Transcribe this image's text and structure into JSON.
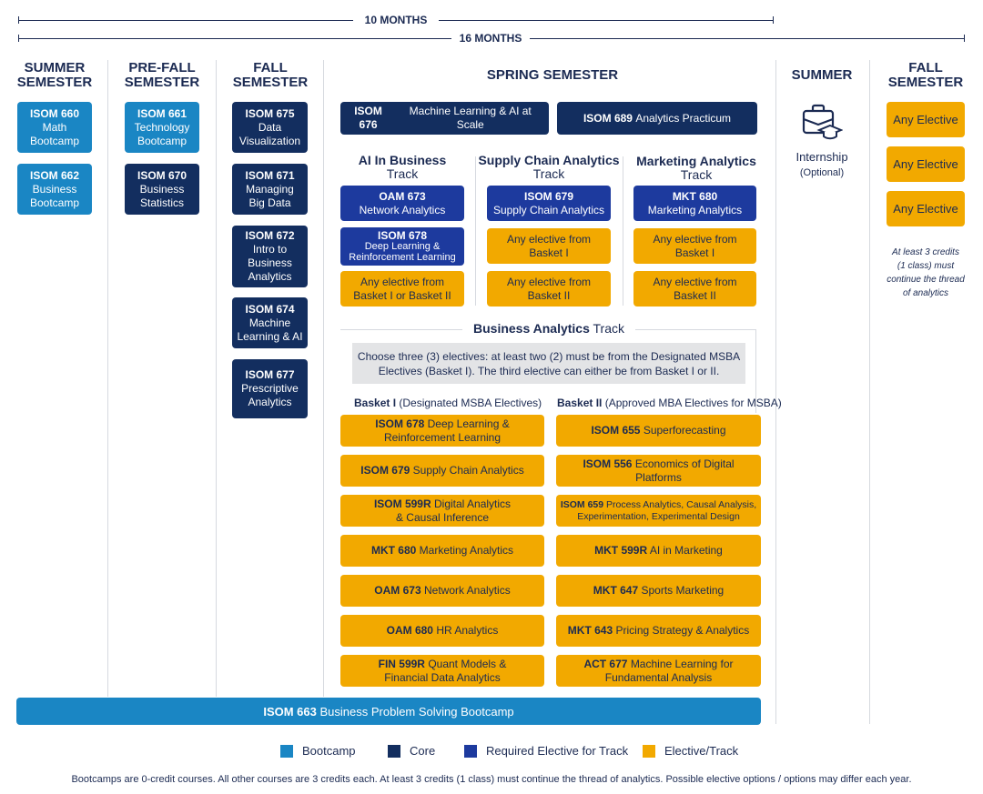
{
  "durations": {
    "short": "10 MONTHS",
    "long": "16 MONTHS"
  },
  "columns": {
    "summer1": [
      "SUMMER",
      "SEMESTER"
    ],
    "prefall": [
      "PRE-FALL",
      "SEMESTER"
    ],
    "fall1": [
      "FALL",
      "SEMESTER"
    ],
    "spring": [
      "SPRING SEMESTER"
    ],
    "summer2": [
      "SUMMER"
    ],
    "fall2": [
      "FALL",
      "SEMESTER"
    ]
  },
  "summer1_courses": [
    {
      "code": "ISOM 660",
      "name": [
        "Math",
        "Bootcamp"
      ]
    },
    {
      "code": "ISOM 662",
      "name": [
        "Business",
        "Bootcamp"
      ]
    }
  ],
  "prefall_courses": [
    {
      "code": "ISOM 661",
      "name": [
        "Technology",
        "Bootcamp"
      ]
    },
    {
      "code": "ISOM 670",
      "name": [
        "Business",
        "Statistics"
      ]
    }
  ],
  "fall1_courses": [
    {
      "code": "ISOM 675",
      "name": [
        "Data",
        "Visualization"
      ]
    },
    {
      "code": "ISOM 671",
      "name": [
        "Managing",
        "Big Data"
      ]
    },
    {
      "code": "ISOM 672",
      "name": [
        "Intro to",
        "Business",
        "Analytics"
      ]
    },
    {
      "code": "ISOM 674",
      "name": [
        "Machine",
        "Learning & AI"
      ]
    },
    {
      "code": "ISOM 677",
      "name": [
        "Prescriptive",
        "Analytics"
      ]
    }
  ],
  "spring_core": [
    {
      "code": "ISOM 676",
      "name": "Machine Learning & AI at Scale"
    },
    {
      "code": "ISOM 689",
      "name": "Analytics Practicum"
    }
  ],
  "tracks": [
    {
      "title": "AI In Business",
      "subtitle": "Track",
      "items": [
        {
          "kind": "req",
          "code": "OAM 673",
          "name": [
            "Network Analytics"
          ]
        },
        {
          "kind": "req",
          "code": "ISOM 678",
          "name": [
            "Deep Learning &",
            "Reinforcement Learning"
          ]
        },
        {
          "kind": "elec",
          "code": "",
          "name": [
            "Any elective from",
            "Basket I or Basket II"
          ]
        }
      ]
    },
    {
      "title": "Supply Chain Analytics",
      "subtitle": "Track",
      "items": [
        {
          "kind": "req",
          "code": "ISOM 679",
          "name": [
            "Supply Chain Analytics"
          ]
        },
        {
          "kind": "elec",
          "code": "",
          "name": [
            "Any elective from",
            "Basket I"
          ]
        },
        {
          "kind": "elec",
          "code": "",
          "name": [
            "Any elective from",
            "Basket II"
          ]
        }
      ]
    },
    {
      "title": "Marketing Analytics",
      "subtitle": "Track",
      "items": [
        {
          "kind": "req",
          "code": "MKT 680",
          "name": [
            "Marketing Analytics"
          ]
        },
        {
          "kind": "elec",
          "code": "",
          "name": [
            "Any elective from",
            "Basket I"
          ]
        },
        {
          "kind": "elec",
          "code": "",
          "name": [
            "Any elective from",
            "Basket II"
          ]
        }
      ]
    }
  ],
  "ba_track": {
    "title": "Business Analytics",
    "subtitle": "Track",
    "instructions": [
      "Choose three (3) electives: at least two (2) must be from the Designated MSBA",
      "Electives (Basket I). The third elective can either be from Basket I or II."
    ],
    "basket1_title": "Basket I",
    "basket1_sub": "(Designated MSBA Electives)",
    "basket2_title": "Basket II",
    "basket2_sub": "(Approved MBA Electives for MSBA)",
    "basket1": [
      {
        "code": "ISOM 678",
        "name": [
          "Deep Learning &",
          "Reinforcement Learning"
        ]
      },
      {
        "code": "ISOM 679",
        "name": [
          "Supply Chain Analytics"
        ]
      },
      {
        "code": "ISOM 599R",
        "name": [
          "Digital Analytics",
          "& Causal Inference"
        ]
      },
      {
        "code": "MKT 680",
        "name": [
          "Marketing Analytics"
        ]
      },
      {
        "code": "OAM 673",
        "name": [
          "Network Analytics"
        ]
      },
      {
        "code": "OAM 680",
        "name": [
          "HR Analytics"
        ]
      },
      {
        "code": "FIN 599R",
        "name": [
          "Quant Models &",
          "Financial Data Analytics"
        ]
      }
    ],
    "basket2": [
      {
        "code": "ISOM 655",
        "name": [
          "Superforecasting"
        ]
      },
      {
        "code": "ISOM 556",
        "name": [
          "Economics of Digital Platforms"
        ]
      },
      {
        "code": "ISOM 659",
        "name": [
          "Process Analytics, Causal Analysis,",
          "Experimentation, Experimental Design"
        ]
      },
      {
        "code": "MKT 599R",
        "name": [
          "AI in Marketing"
        ]
      },
      {
        "code": "MKT 647",
        "name": [
          "Sports Marketing"
        ]
      },
      {
        "code": "MKT 643",
        "name": [
          "Pricing Strategy & Analytics"
        ]
      },
      {
        "code": "ACT 677",
        "name": [
          "Machine Learning for",
          "Fundamental Analysis"
        ]
      }
    ]
  },
  "summer2": {
    "label": "Internship",
    "sub": "(Optional)",
    "icon": "briefcase-graduation-icon"
  },
  "fall2": {
    "electives": [
      "Any Elective",
      "Any Elective",
      "Any Elective"
    ],
    "note": [
      "At least 3 credits",
      "(1 class) must",
      "continue the thread",
      "of analytics"
    ]
  },
  "bootcamp_bar": {
    "code": "ISOM 663",
    "name": "Business Problem Solving Bootcamp"
  },
  "legend": [
    {
      "label": "Bootcamp",
      "color": "#1a86c4"
    },
    {
      "label": "Core",
      "color": "#132e5f"
    },
    {
      "label": "Required Elective for Track",
      "color": "#1d3a9e"
    },
    {
      "label": "Elective/Track",
      "color": "#f2a900"
    }
  ],
  "footnote": "Bootcamps are 0-credit courses. All other courses are 3 credits each. At least 3 credits (1 class) must continue the thread of analytics. Possible elective options / options may differ each year."
}
